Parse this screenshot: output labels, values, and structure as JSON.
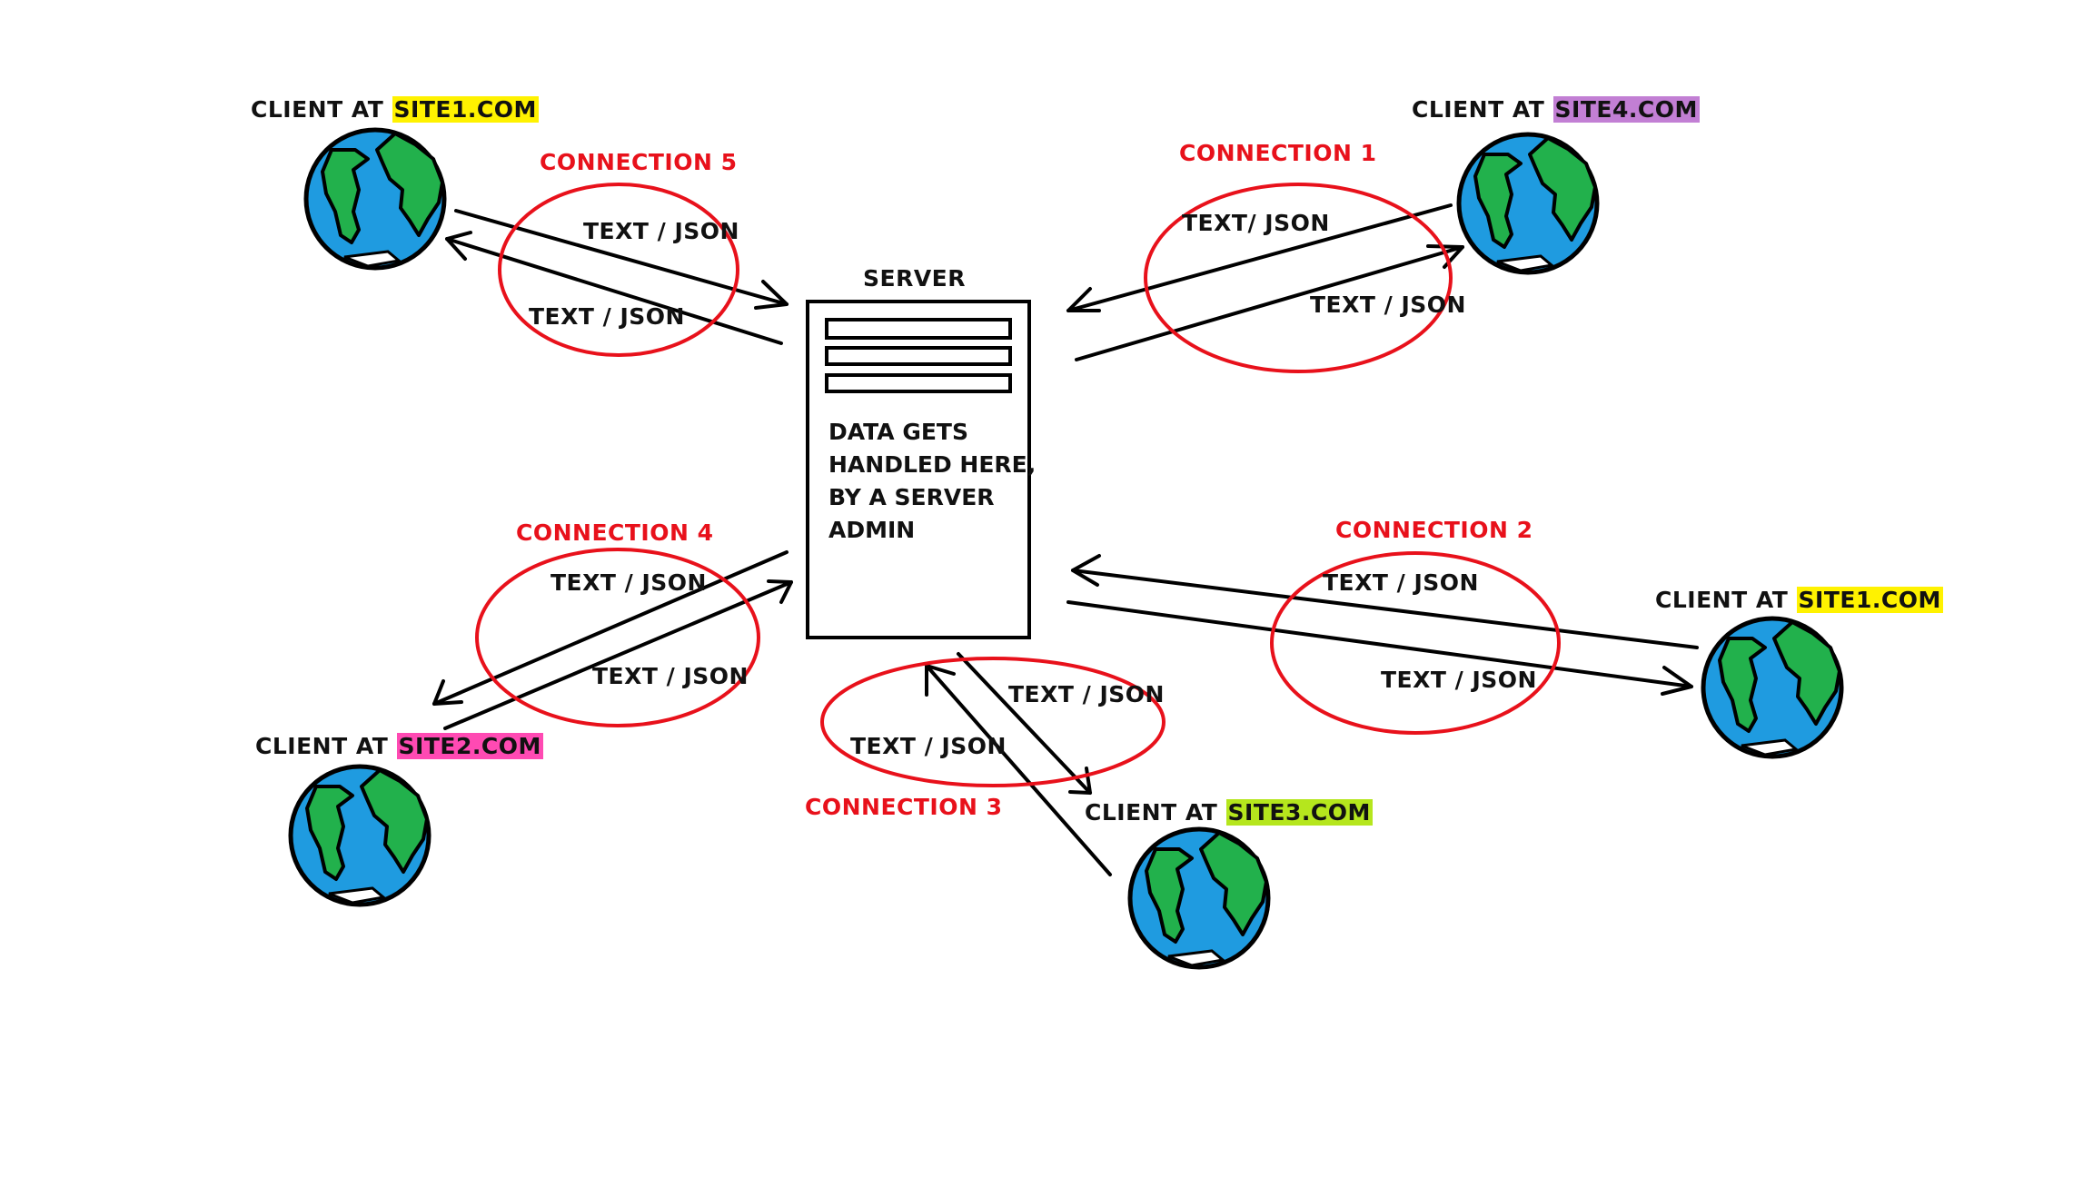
{
  "server": {
    "title": "SERVER",
    "body": [
      "DATA GETS",
      "HANDLED HERE,",
      "BY A SERVER",
      "ADMIN"
    ]
  },
  "clients": [
    {
      "id": "tl",
      "prefix": "CLIENT AT",
      "site": "SITE1.COM",
      "highlight": "#fff200"
    },
    {
      "id": "tr",
      "prefix": "CLIENT AT",
      "site": "SITE4.COM",
      "highlight": "#c27fd4"
    },
    {
      "id": "bl",
      "prefix": "CLIENT AT",
      "site": "SITE2.COM",
      "highlight": "#ff4ab3"
    },
    {
      "id": "bc",
      "prefix": "CLIENT AT",
      "site": "SITE3.COM",
      "highlight": "#b5e61d"
    },
    {
      "id": "r",
      "prefix": "CLIENT AT",
      "site": "SITE1.COM",
      "highlight": "#fff200"
    }
  ],
  "connections": [
    {
      "name": "CONNECTION 1",
      "labels": [
        "TEXT/ JSON",
        "TEXT / JSON"
      ]
    },
    {
      "name": "CONNECTION 2",
      "labels": [
        "TEXT / JSON",
        "TEXT / JSON"
      ]
    },
    {
      "name": "CONNECTION 3",
      "labels": [
        "TEXT / JSON",
        "TEXT / JSON"
      ]
    },
    {
      "name": "CONNECTION 4",
      "labels": [
        "TEXT / JSON",
        "TEXT / JSON"
      ]
    },
    {
      "name": "CONNECTION 5",
      "labels": [
        "TEXT / JSON",
        "TEXT / JSON"
      ]
    }
  ],
  "colors": {
    "ellipse": "#e8111b",
    "ocean": "#1f9be0",
    "land": "#22b14c",
    "ink": "#000000"
  }
}
